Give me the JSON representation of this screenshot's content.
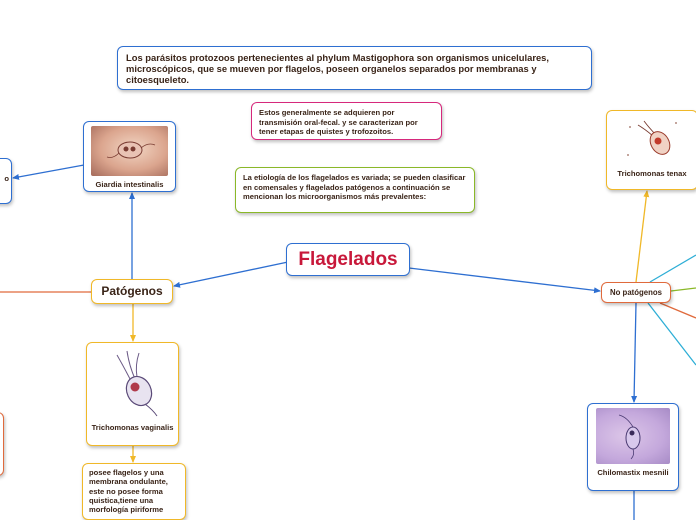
{
  "intro_text": "Los parásitos protozoos pertenecientes al phylum Mastigophora son organismos unicelulares, microscópicos, que se mueven por flagelos, poseen organelos separados por membranas y citoesqueleto.",
  "transmission_text": "Estos generalmente se adquieren por transmisión oral-fecal.  y se caracterizan por tener etapas de quistes y trofozoitos.",
  "etiology_text": "La etiología de los flagelados es variada; se pueden clasificar en comensales y flagelados patógenos a continuación se mencionan los microorganismos más prevalentes:",
  "central_title": "Flagelados",
  "pathogens_label": "Patógenos",
  "non_pathogens_label": "No patógenos",
  "giardia_caption": "Giardia intestinalis",
  "tvaginalis_caption": "Trichomonas vaginalis",
  "tvaginalis_description": "posee flagelos y una membrana ondulante, este no posee forma quistica,tiene una morfología piriforme",
  "ttenax_caption": "Trichomonas tenax",
  "chilomastix_caption": "Chilomastix mesnili",
  "left_edge_partial": "o",
  "colors": {
    "blue": "#2e6fd1",
    "yellow": "#f0b828",
    "orange": "#e06a3c",
    "green": "#8ab828",
    "magenta": "#d6287c",
    "title_red": "#c8183a"
  }
}
